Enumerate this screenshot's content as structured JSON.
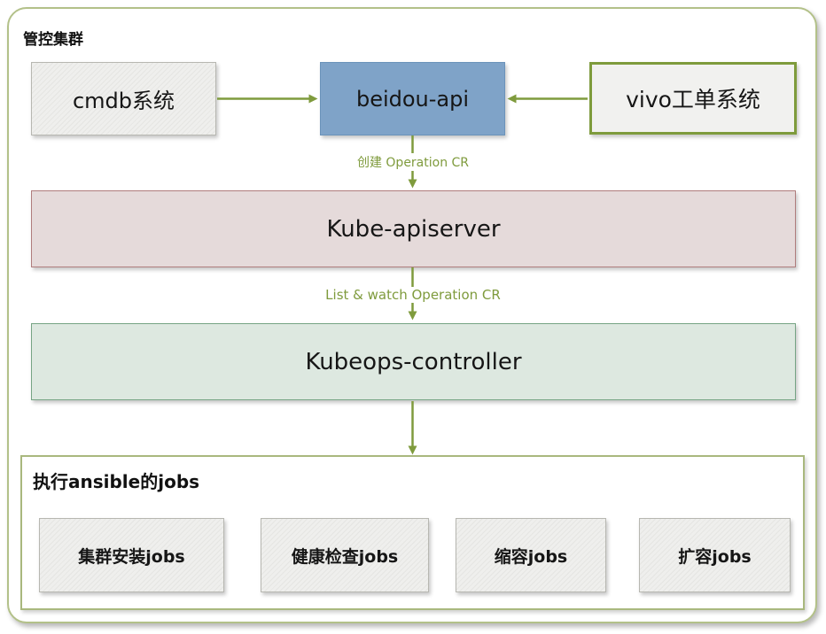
{
  "container": {
    "title": "管控集群"
  },
  "nodes": {
    "cmdb": {
      "label": "cmdb系统"
    },
    "beidou": {
      "label": "beidou-api"
    },
    "vivo": {
      "label": "vivo工单系统"
    },
    "apiserver": {
      "label": "Kube-apiserver"
    },
    "controller": {
      "label": "Kubeops-controller"
    }
  },
  "edges": {
    "create_cr": {
      "label": "创建 Operation CR"
    },
    "list_watch": {
      "label": "List & watch Operation CR"
    }
  },
  "jobs_group": {
    "title": "执行ansible的jobs",
    "items": [
      {
        "label": "集群安装jobs"
      },
      {
        "label": "健康检查jobs"
      },
      {
        "label": "缩容jobs"
      },
      {
        "label": "扩容jobs"
      }
    ]
  },
  "colors": {
    "arrow_olive": "#7f9b3d",
    "outer_border": "#b3c189",
    "blue_node_fill": "#7fa3c8",
    "blue_node_border": "#6b93ba",
    "gray_node_fill": "#efefed",
    "gray_node_border": "#b7b7b1",
    "vivo_border": "#7e9b3c",
    "apiserver_fill": "#e5dada",
    "apiserver_border": "#b07d7d",
    "controller_fill": "#dde8e0",
    "controller_border": "#76a484",
    "jobs_border": "#a9b87e"
  }
}
